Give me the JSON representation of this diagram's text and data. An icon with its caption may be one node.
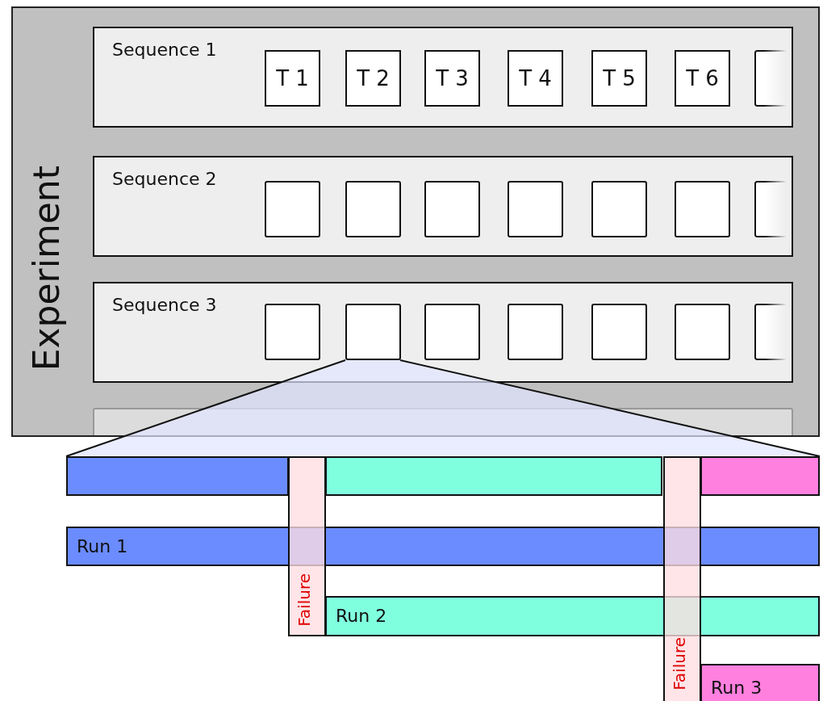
{
  "diagram": {
    "nodes": [
      {
        "text": [
          "Experiment"
        ]
      },
      {
        "text": [
          "Sequence 1"
        ],
        "in": 0
      },
      {
        "text": [
          "T 1"
        ],
        "in": 1
      },
      {
        "text": [
          "T 2"
        ],
        "in": 1
      },
      {
        "text": [
          "T 3"
        ],
        "in": 1
      },
      {
        "text": [
          "T 4"
        ],
        "in": 1
      },
      {
        "text": [
          "T 5"
        ],
        "in": 1
      },
      {
        "text": [
          "T 6"
        ],
        "in": 1
      },
      {
        "text": [],
        "shape": "box",
        "in": 1
      },
      {
        "text": [
          "Sequence 2"
        ],
        "in": 0
      },
      {
        "text": [],
        "shape": "box",
        "in": 9
      },
      {
        "text": [],
        "shape": "box",
        "in": 9
      },
      {
        "text": [],
        "shape": "box",
        "in": 9
      },
      {
        "text": [],
        "shape": "box",
        "in": 9
      },
      {
        "text": [],
        "shape": "box",
        "in": 9
      },
      {
        "text": [],
        "shape": "box",
        "in": 9
      },
      {
        "text": [],
        "shape": "box",
        "in": 9
      },
      {
        "text": [
          "Sequence 3"
        ],
        "in": 0
      },
      {
        "text": [],
        "shape": "box",
        "in": 17
      },
      {
        "text": [],
        "shape": "box",
        "in": 17
      },
      {
        "text": [],
        "shape": "box",
        "in": 17
      },
      {
        "text": [],
        "shape": "box",
        "in": 17
      },
      {
        "text": [],
        "shape": "box",
        "in": 17
      },
      {
        "text": [],
        "shape": "box",
        "in": 17
      },
      {
        "text": [],
        "shape": "box",
        "in": 17
      },
      {
        "text": [],
        "shape": "box",
        "in": 0
      },
      {
        "text": [],
        "shape": "bar"
      },
      {
        "text": [
          "Failure"
        ]
      },
      {
        "text": [],
        "shape": "bar"
      },
      {
        "text": [
          "Failure"
        ]
      },
      {
        "text": [],
        "shape": "bar"
      },
      {
        "text": [
          "Run 1"
        ]
      },
      {
        "text": [
          "Run 2"
        ]
      },
      {
        "text": [
          "Run 3"
        ]
      }
    ]
  }
}
